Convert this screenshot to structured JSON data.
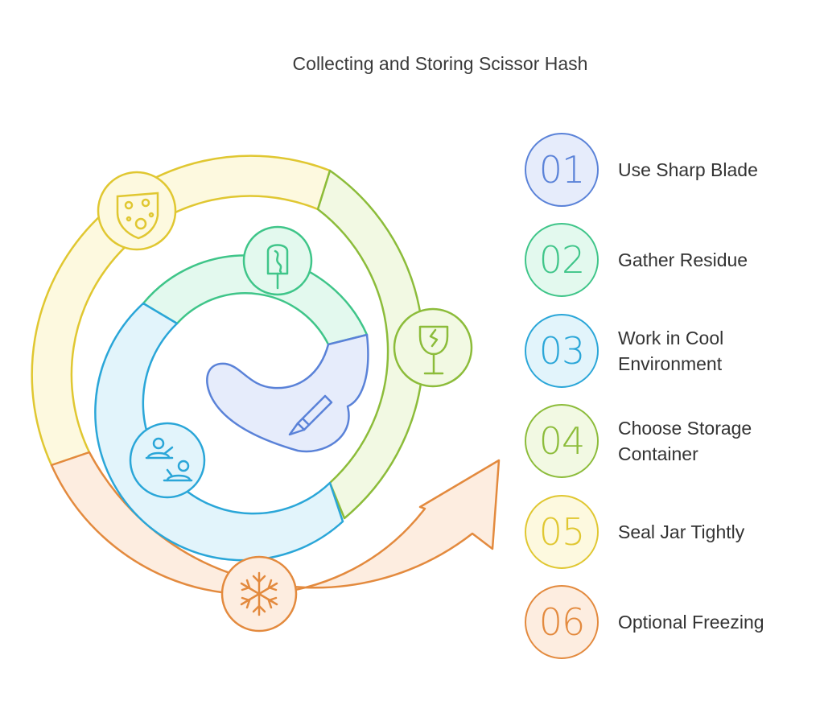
{
  "title": "Collecting and Storing Scissor Hash",
  "steps": [
    {
      "number": "01",
      "label": "Use Sharp Blade",
      "color": "#5a82d8",
      "fill": "#e6ecfb",
      "icon": "scalpel-icon"
    },
    {
      "number": "02",
      "label": "Gather Residue",
      "color": "#3fc589",
      "fill": "#e3f9ee",
      "icon": "ice-pop-icon"
    },
    {
      "number": "03",
      "label": "Work in Cool Environment",
      "color": "#2aa6d8",
      "fill": "#e2f4fb",
      "icon": "workers-icon"
    },
    {
      "number": "04",
      "label": "Choose Storage Container",
      "color": "#8cbc3a",
      "fill": "#f2f9e3",
      "icon": "broken-glass-icon"
    },
    {
      "number": "05",
      "label": "Seal Jar Tightly",
      "color": "#e0c731",
      "fill": "#fdf9df",
      "icon": "cheese-icon"
    },
    {
      "number": "06",
      "label": "Optional Freezing",
      "color": "#e38a3e",
      "fill": "#fdede0",
      "icon": "snowflake-icon"
    }
  ]
}
